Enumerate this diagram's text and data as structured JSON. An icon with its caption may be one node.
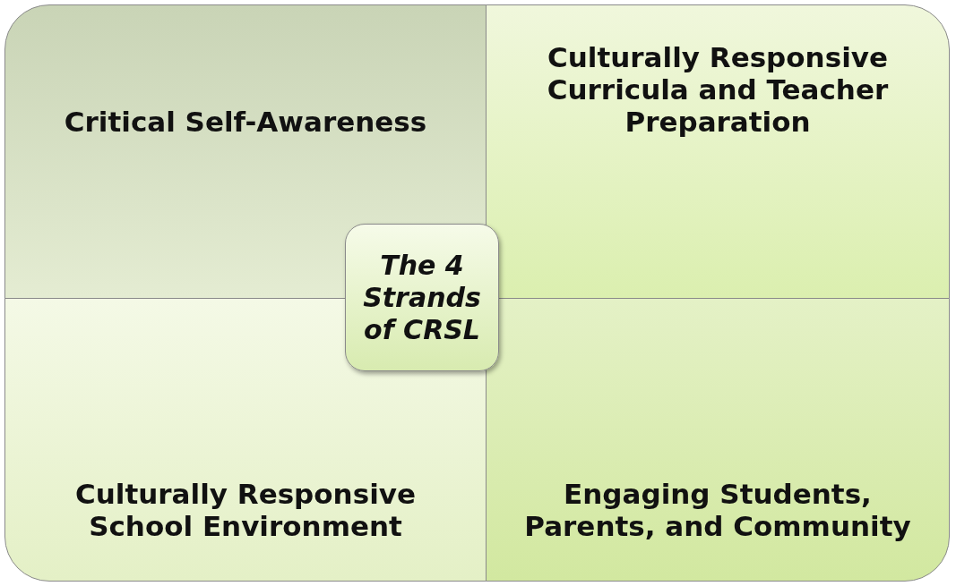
{
  "diagram": {
    "nodes": [
      {
        "text": [
          "Critical Self-Awareness"
        ]
      },
      {
        "text": [
          "Culturally Responsive Curricula and Teacher Preparation"
        ]
      },
      {
        "text": [
          "Culturally Responsive School Environment"
        ]
      },
      {
        "text": [
          "Engaging Students, Parents, and Community"
        ]
      },
      {
        "text": [
          "The 4 Strands of CRSL"
        ]
      }
    ]
  }
}
